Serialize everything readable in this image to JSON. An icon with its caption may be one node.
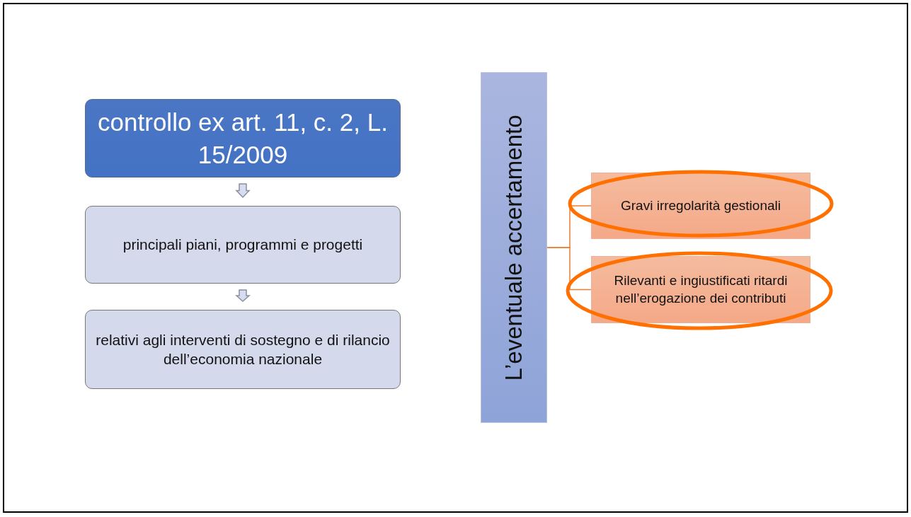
{
  "diagram": {
    "nodes": [
      {
        "text": [
          "controllo ex art. 11, c. 2, L. 15/2009"
        ]
      },
      {
        "text": [
          "principali piani, programmi e progetti"
        ]
      },
      {
        "text": [
          "relativi agli interventi di sostegno e di rilancio dell’economia nazionale"
        ]
      },
      {
        "text": [
          "L’eventuale accertamento"
        ]
      },
      {
        "text": [
          "Gravi irregolarità gestionali"
        ]
      },
      {
        "text": [
          "Rilevanti e ingiustificati ritardi nell’erogazione dei contributi"
        ]
      }
    ],
    "edges": [
      {
        "from": 0,
        "to": 1,
        "arrow": "to"
      },
      {
        "from": 1,
        "to": 2,
        "arrow": "to"
      },
      {
        "from": 3,
        "to": 4,
        "arrow": "none",
        "color": "#ed7d31"
      },
      {
        "from": 3,
        "to": 5,
        "arrow": "none",
        "color": "#ed7d31"
      }
    ]
  }
}
